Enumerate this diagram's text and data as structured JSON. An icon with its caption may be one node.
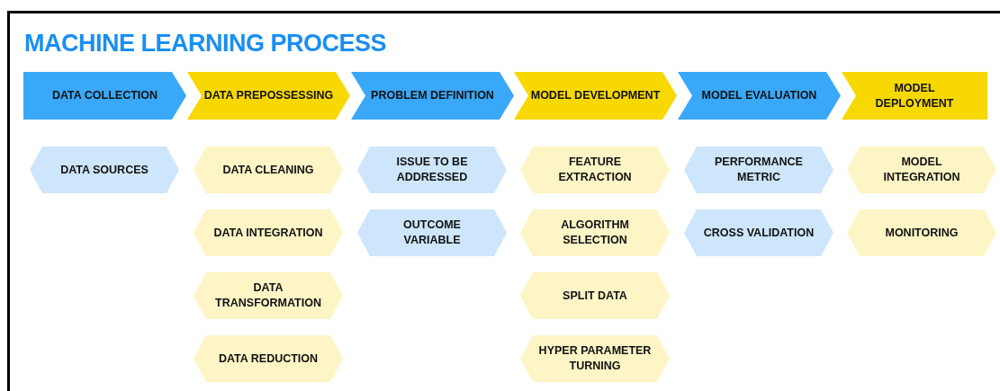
{
  "diagram": {
    "title": "MACHINE LEARNING PROCESS",
    "nodes": [
      {
        "text": [
          "DATA COLLECTION"
        ]
      },
      {
        "text": [
          "DATA PREPOSSESSING"
        ]
      },
      {
        "text": [
          "PROBLEM DEFINITION"
        ]
      },
      {
        "text": [
          "MODEL DEVELOPMENT"
        ]
      },
      {
        "text": [
          "MODEL EVALUATION"
        ]
      },
      {
        "text": [
          "MODEL DEPLOYMENT"
        ]
      },
      {
        "text": [
          "DATA SOURCES"
        ]
      },
      {
        "text": [
          "DATA CLEANING"
        ]
      },
      {
        "text": [
          "ISSUE TO BE ADDRESSED"
        ]
      },
      {
        "text": [
          "FEATURE EXTRACTION"
        ]
      },
      {
        "text": [
          "PERFORMANCE METRIC"
        ]
      },
      {
        "text": [
          "MODEL INTEGRATION"
        ]
      },
      {
        "text": [
          "DATA INTEGRATION"
        ]
      },
      {
        "text": [
          "OUTCOME VARIABLE"
        ]
      },
      {
        "text": [
          "ALGORITHM SELECTION"
        ]
      },
      {
        "text": [
          "CROSS VALIDATION"
        ]
      },
      {
        "text": [
          "MONITORING"
        ]
      },
      {
        "text": [
          "DATA TRANSFORMATION"
        ]
      },
      {
        "text": [
          "SPLIT DATA"
        ]
      },
      {
        "text": [
          "DATA REDUCTION"
        ]
      },
      {
        "text": [
          "HYPER PARAMETER TURNING"
        ]
      }
    ],
    "edges": []
  }
}
